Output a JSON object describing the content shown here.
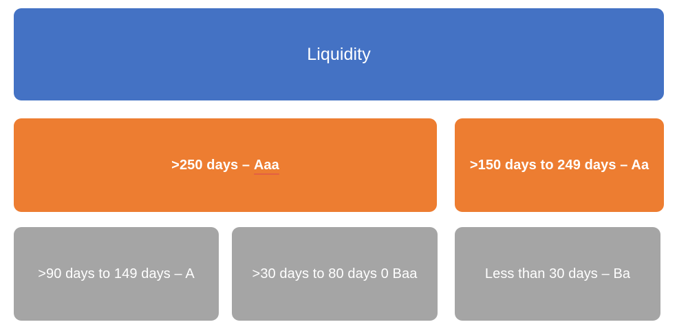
{
  "diagram": {
    "title": "Liquidity",
    "levels": [
      {
        "level": 1,
        "color": "#4472C4",
        "nodes": [
          {
            "label": "Liquidity"
          }
        ]
      },
      {
        "level": 2,
        "color": "#ED7D31",
        "nodes": [
          {
            "label": ">250 days – ",
            "rating": "Aaa",
            "spellcheck_flagged": true
          },
          {
            "label": ">150 days to 249 days – Aa"
          }
        ]
      },
      {
        "level": 3,
        "color": "#A5A5A5",
        "nodes": [
          {
            "label": ">90 days to 149 days – A"
          },
          {
            "label": ">30 days to 80 days 0 Baa"
          },
          {
            "label": "Less than 30 days – Ba"
          }
        ]
      }
    ]
  },
  "colors": {
    "level1": "#4472C4",
    "level2": "#ED7D31",
    "level3": "#A5A5A5",
    "text": "#FFFFFF",
    "background": "#FFFFFF",
    "spellcheck_underline": "#E05A47"
  }
}
